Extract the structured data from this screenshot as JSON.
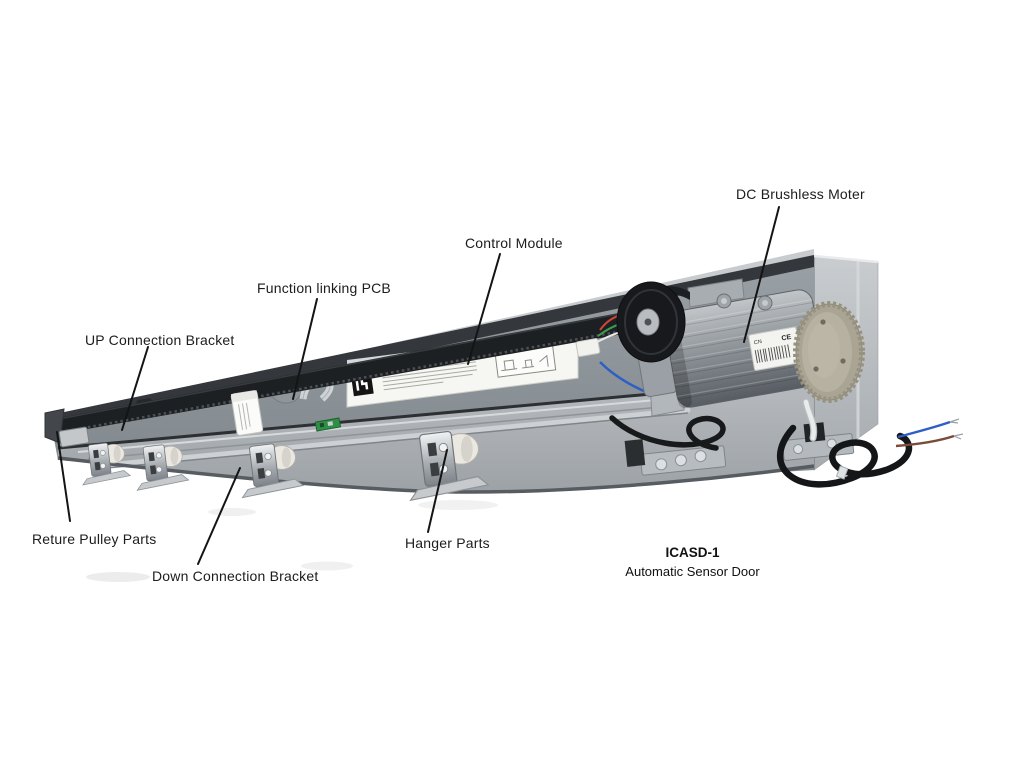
{
  "page": {
    "background": "#ffffff"
  },
  "product": {
    "model": "ICASD-1",
    "caption": "Automatic Sensor Door"
  },
  "callouts": {
    "dc_brushless_moter": "DC Brushless Moter",
    "control_module": "Control Module",
    "function_linking_pcb": "Function linking PCB",
    "up_connection_bracket": "UP Connection Bracket",
    "reture_pulley_parts": "Reture Pulley Parts",
    "down_connection_bracket": "Down Connection Bracket",
    "hanger_parts": "Hanger Parts"
  },
  "motor_markings": {
    "origin_code": "CN",
    "ce_mark": "CE"
  },
  "colors": {
    "label_text": "#1c1c1c",
    "leader_line": "#141414",
    "belt": "#1d2023",
    "housing_light": "#b7bbbf",
    "housing_mid": "#8b9297",
    "motor_body": "#8f959a",
    "motor_end_cap": "#b3ae9e",
    "roller_white": "#ece9e4",
    "wire_blue": "#2e5fc4",
    "wire_brown": "#7b4a39"
  }
}
